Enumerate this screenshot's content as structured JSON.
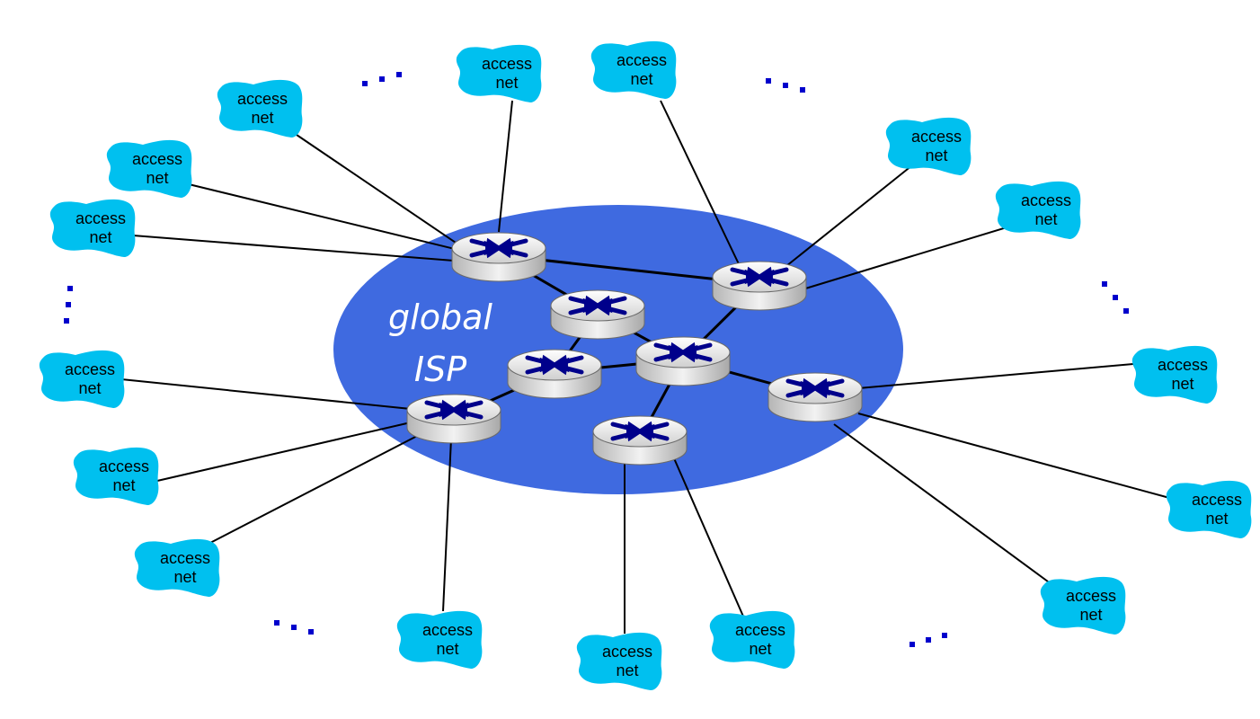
{
  "isp": {
    "label_line1": "global",
    "label_line2": "ISP",
    "fill_color": "#3f6ae0"
  },
  "access_net": {
    "line1": "access",
    "line2": "net",
    "fill_color": "#00c0ef"
  },
  "colors": {
    "link": "#000000",
    "ellipsis_dots": "#0000cc",
    "router_arrow": "#00008b"
  },
  "router_icon": "router-icon",
  "cloud_icon": "access-net-cloud-icon"
}
